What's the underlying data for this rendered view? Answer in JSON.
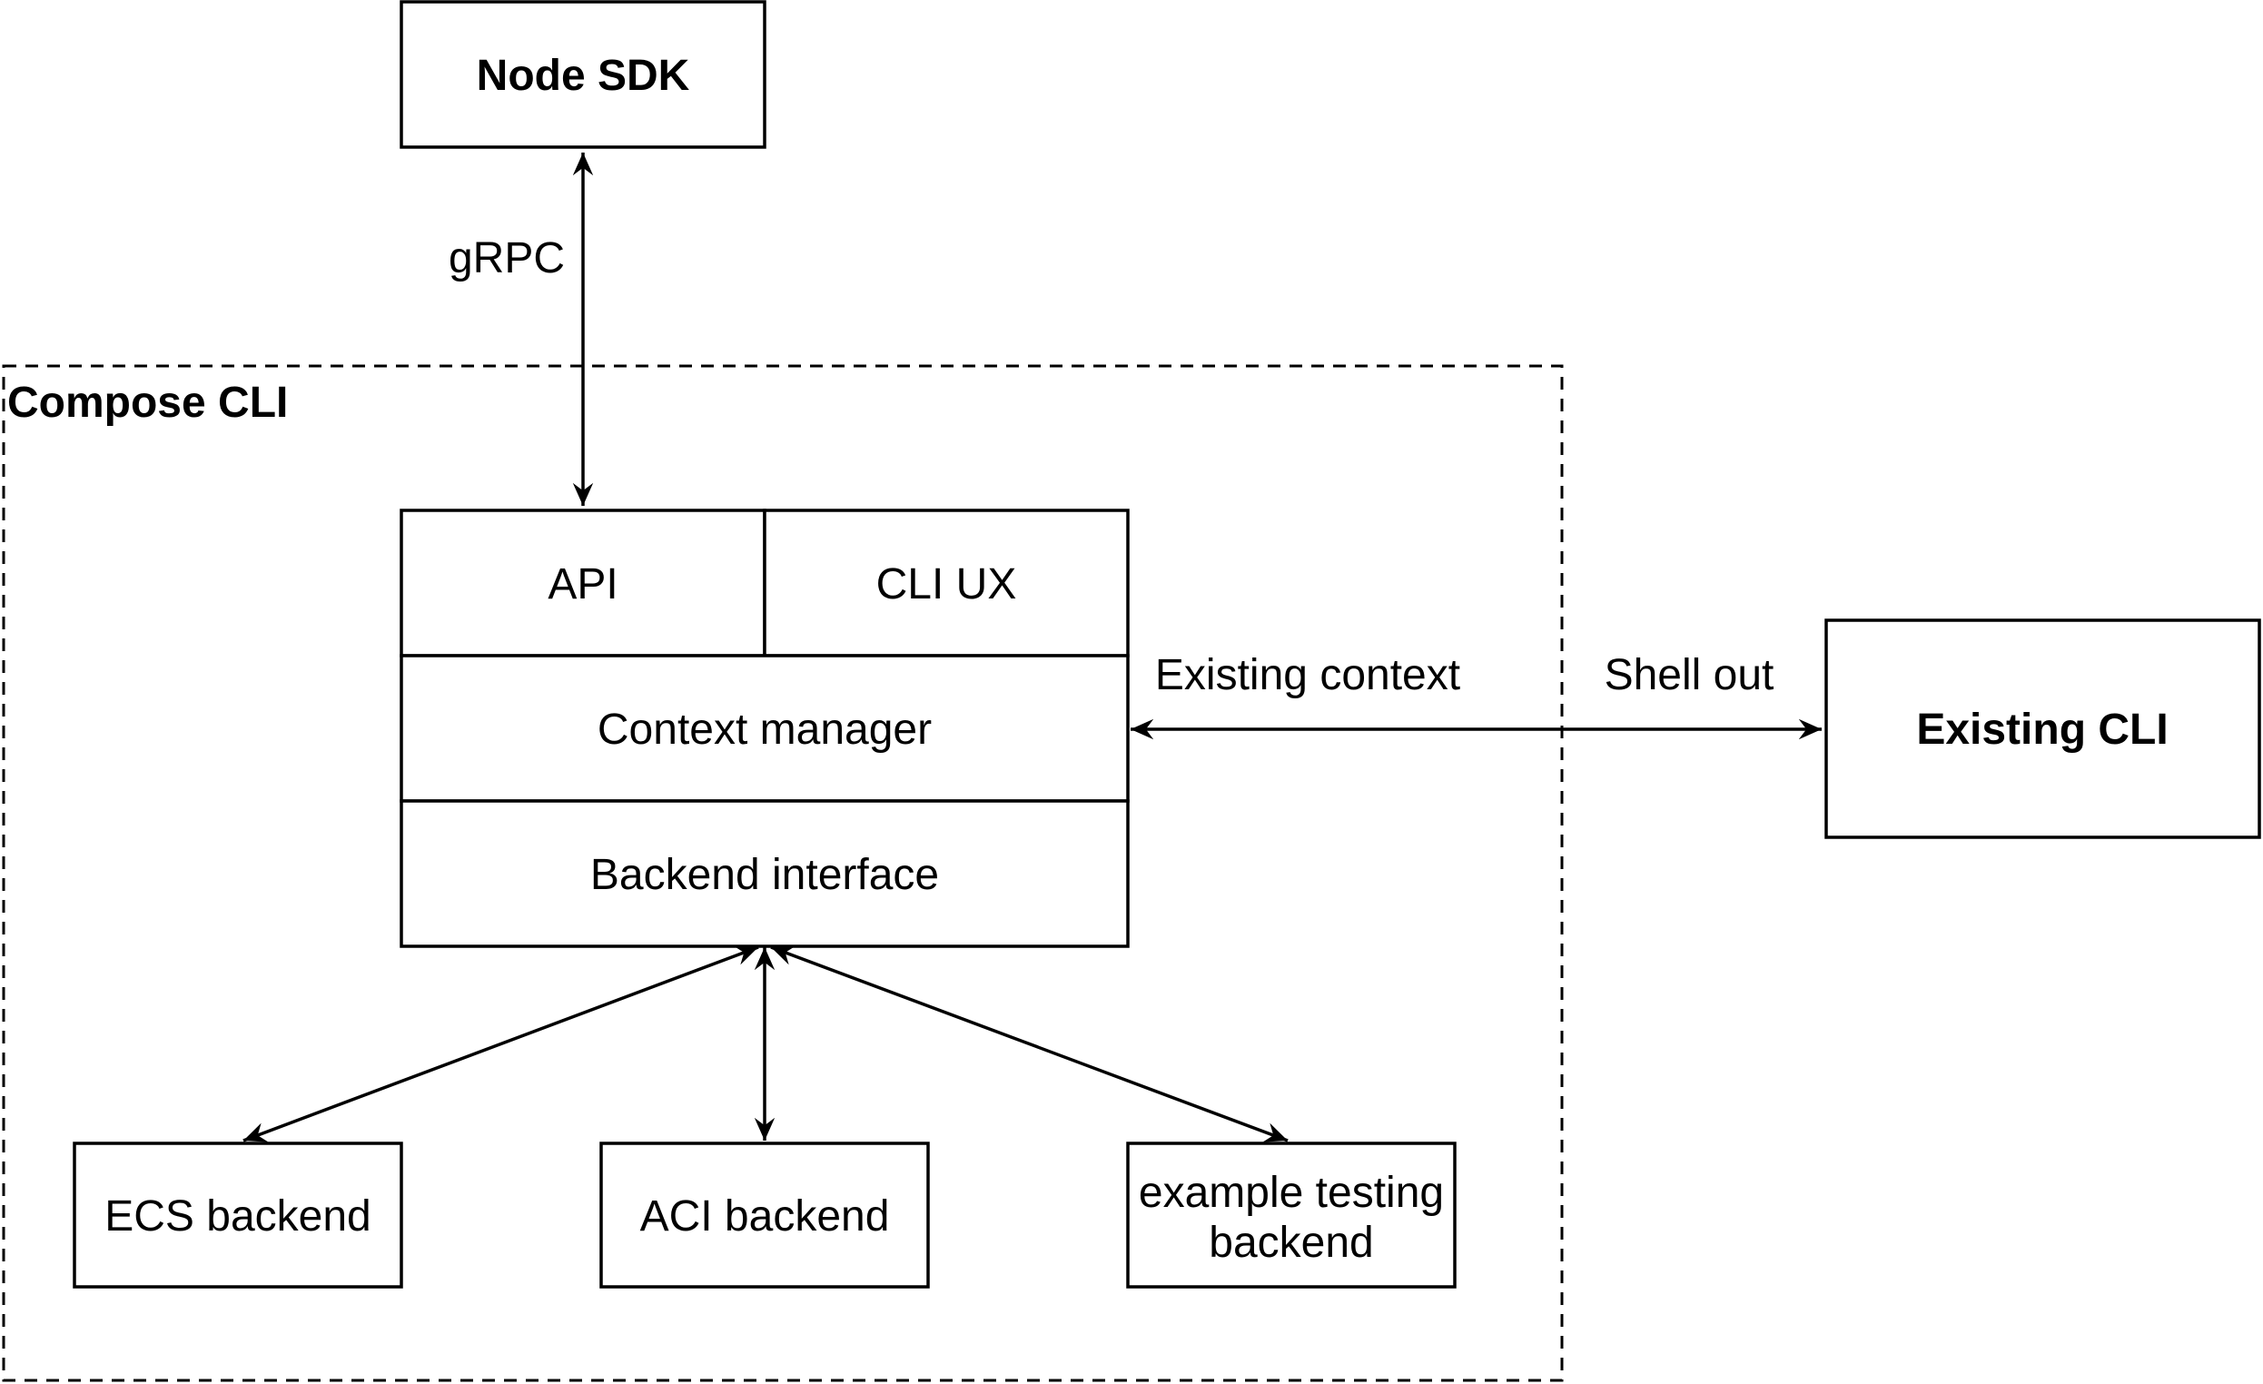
{
  "container": {
    "label": "Compose CLI"
  },
  "nodes": {
    "node_sdk": "Node SDK",
    "api": "API",
    "cli_ux": "CLI UX",
    "context_manager": "Context manager",
    "backend_interface": "Backend interface",
    "existing_cli": "Existing CLI",
    "ecs_backend": "ECS backend",
    "aci_backend": "ACI backend",
    "example_backend_line1": "example testing",
    "example_backend_line2": "backend"
  },
  "edge_labels": {
    "grpc": "gRPC",
    "existing_context": "Existing context",
    "shell_out": "Shell out"
  }
}
